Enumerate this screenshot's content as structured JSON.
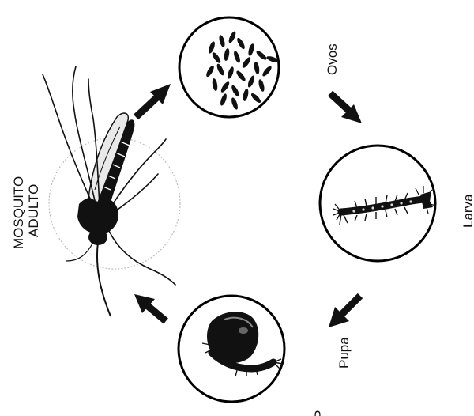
{
  "diagram": {
    "stages": {
      "eggs": "Ovos",
      "larva": "Larva",
      "pupa": "Pupa",
      "adult_line1": "MOSQUITO",
      "adult_line2": "ADULTO"
    },
    "footer_fragment": "P"
  },
  "colors": {
    "ink": "#111111",
    "circle_stroke": "#000000",
    "faint_circle": "#bdbdbd",
    "larva_spots": "#d8d8d8"
  },
  "icons": [
    "egg-cluster-icon",
    "larva-icon",
    "pupa-icon",
    "mosquito-icon",
    "cycle-arrow-icon"
  ]
}
